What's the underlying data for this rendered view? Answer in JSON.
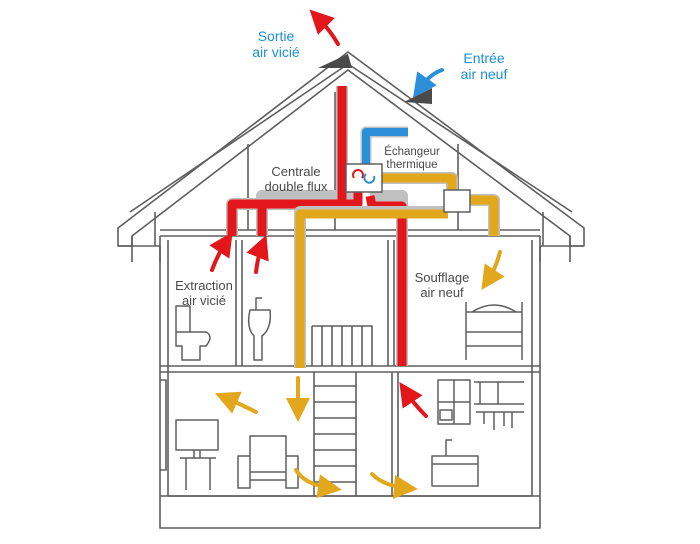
{
  "labels": {
    "exhaust_out": [
      "Sortie",
      "air vicié"
    ],
    "fresh_in": [
      "Entrée",
      "air neuf"
    ],
    "central_unit": [
      "Centrale",
      "double flux"
    ],
    "heat_exchanger": [
      "Échangeur",
      "thermique"
    ],
    "extraction": [
      "Extraction",
      "air vicié"
    ],
    "supply": [
      "Soufflage",
      "air neuf"
    ]
  },
  "colors": {
    "outline": "#5e5e5e",
    "stale_air": "#e3161b",
    "fresh_air": "#2b8fd9",
    "supply_air": "#e3a71b",
    "label_blue": "#1e8fd6",
    "label_gray": "#4a4a4a"
  },
  "icons": {
    "exhaust_out": "red-arrow-up-icon",
    "fresh_in": "blue-arrow-in-icon",
    "extraction": "red-arrow-up-icon",
    "supply": "yellow-arrow-down-icon"
  }
}
